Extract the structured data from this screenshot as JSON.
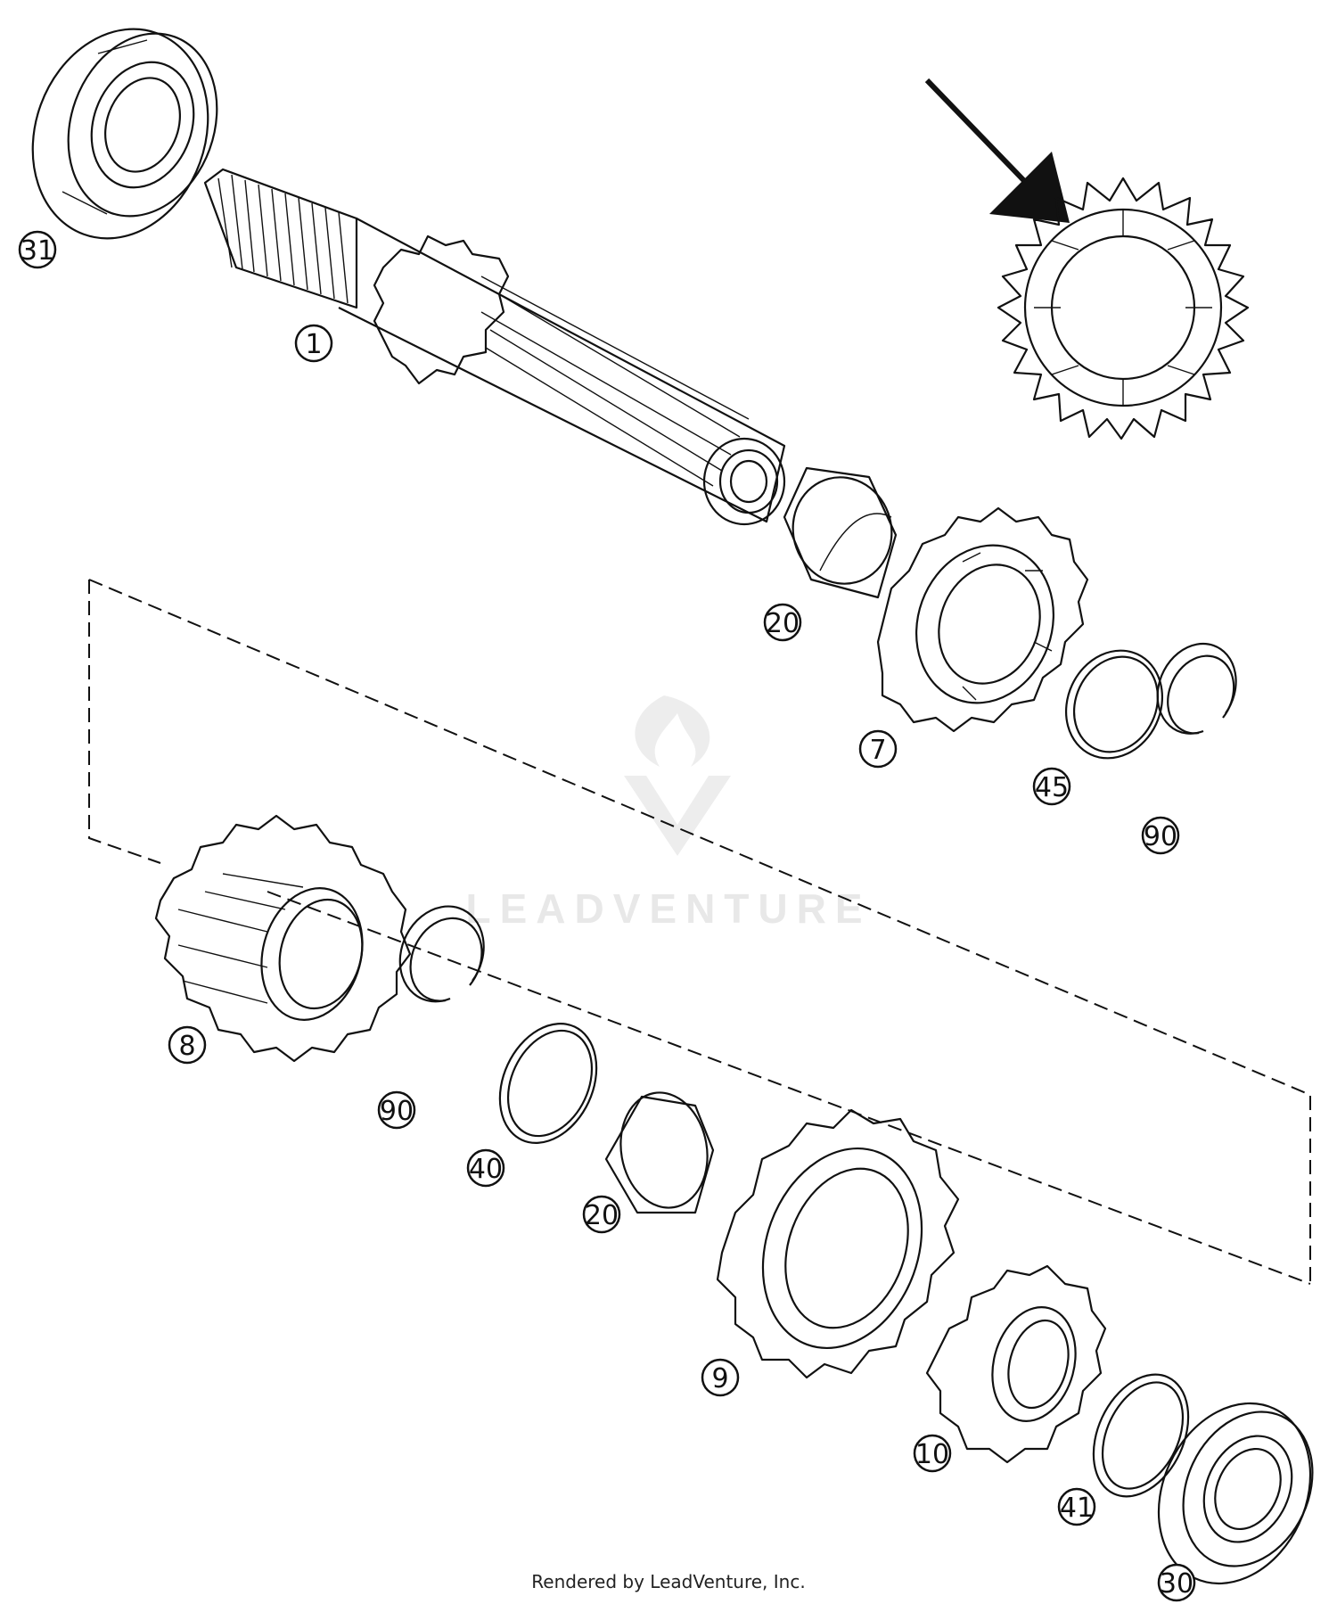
{
  "watermark": {
    "brand": "LEADVENTURE"
  },
  "footer": "Rendered by LeadVenture, Inc.",
  "callouts": {
    "p31": "31",
    "p1": "1",
    "p20a": "20",
    "p7": "7",
    "p45": "45",
    "p90a": "90",
    "p8": "8",
    "p90b": "90",
    "p40": "40",
    "p20b": "20",
    "p9": "9",
    "p10": "10",
    "p41": "41",
    "p30": "30"
  }
}
